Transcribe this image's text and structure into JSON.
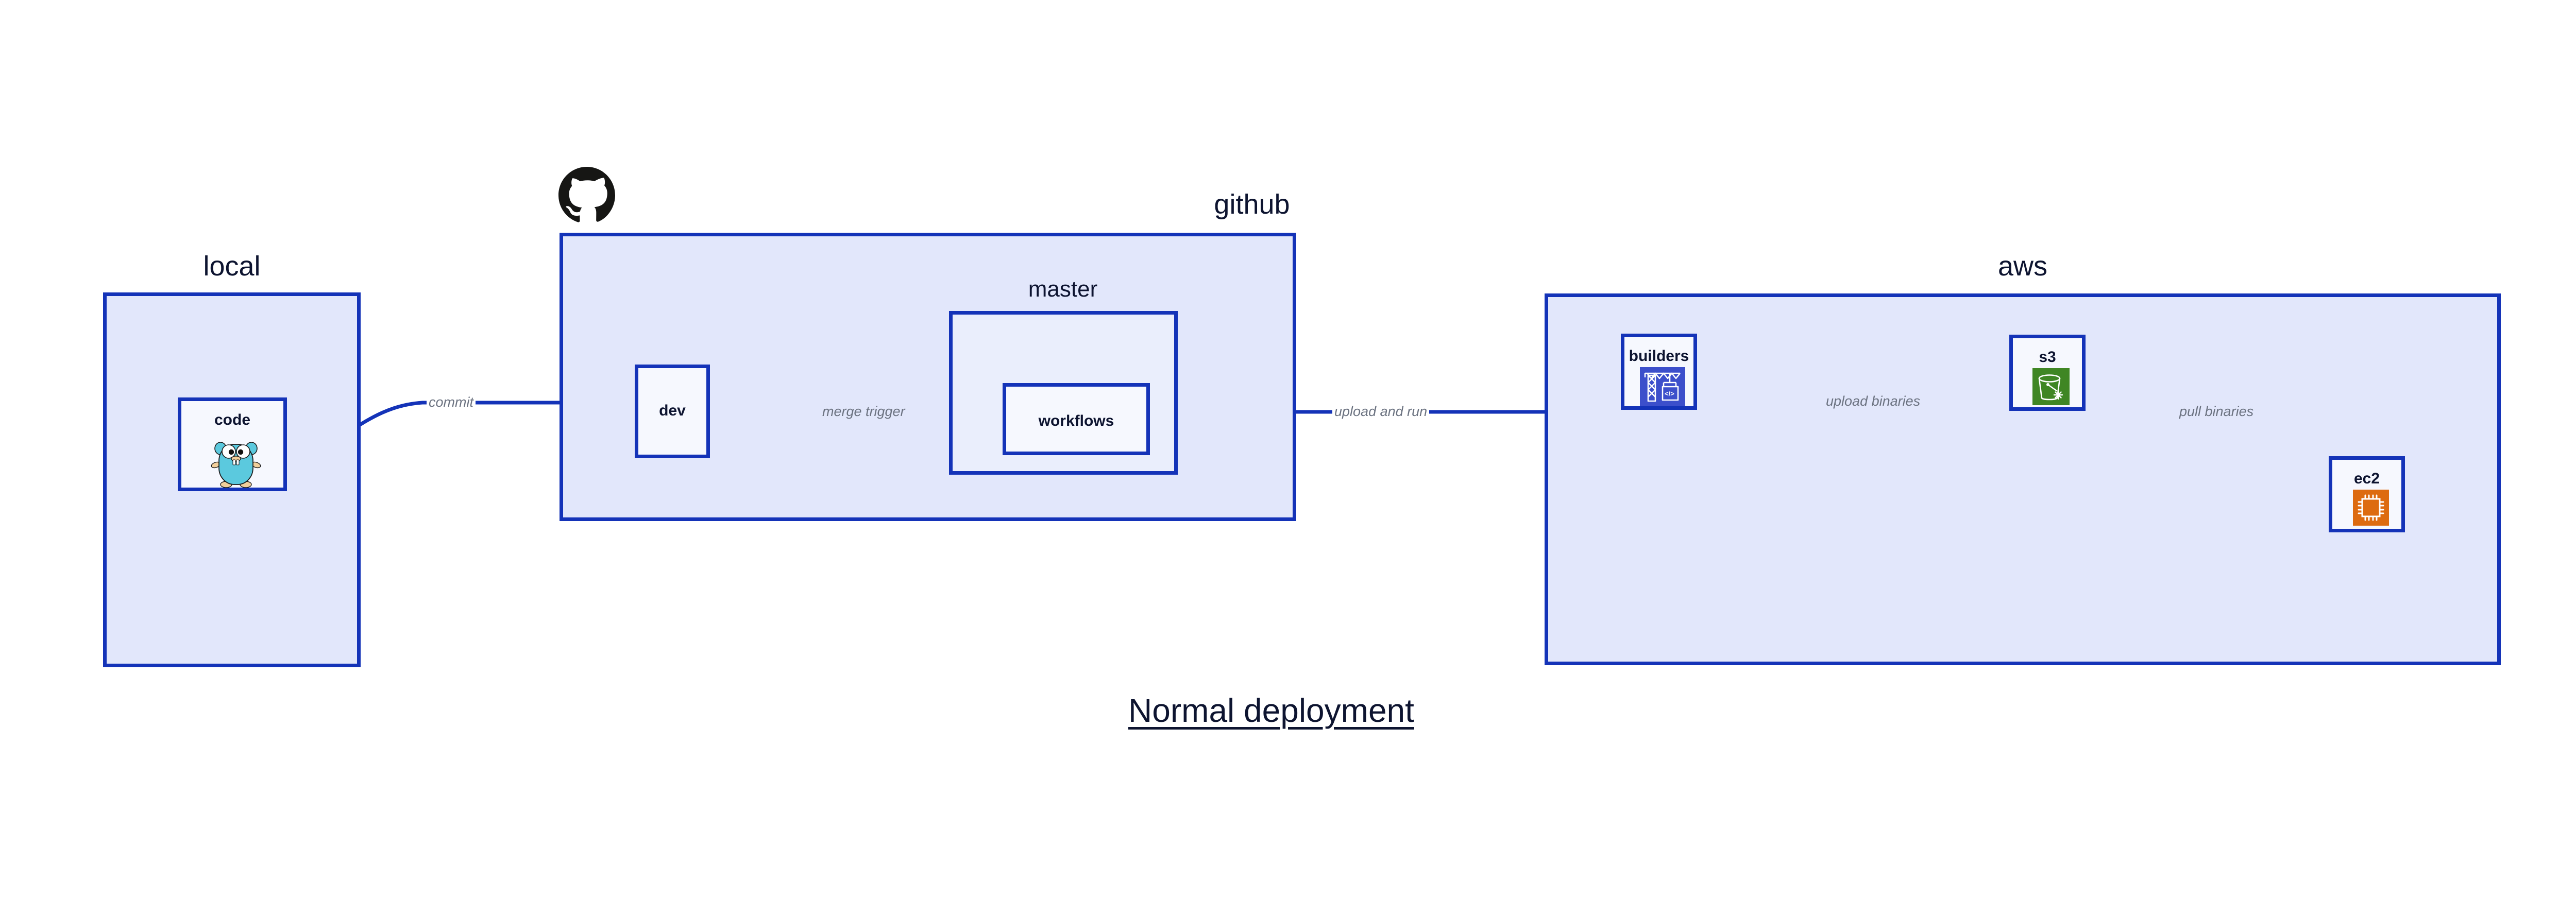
{
  "diagram": {
    "title": "Normal deployment",
    "accent_border": "#1433b8",
    "group_fill": "#e2e7fb",
    "node_fill": "#eaeefc",
    "label_color": "#0d1430",
    "edge_label_color": "#6b7280"
  },
  "groups": [
    {
      "id": "local",
      "label": "local"
    },
    {
      "id": "github",
      "label": "github"
    },
    {
      "id": "aws",
      "label": "aws"
    }
  ],
  "subgroups": [
    {
      "id": "master",
      "label": "master",
      "parent": "github"
    }
  ],
  "nodes": [
    {
      "id": "code",
      "label": "code",
      "group": "local",
      "icon": "go-gopher-icon",
      "icon_color": "#5bc9de"
    },
    {
      "id": "dev",
      "label": "dev",
      "group": "github",
      "icon": "",
      "icon_color": ""
    },
    {
      "id": "workflows",
      "label": "workflows",
      "group": "master",
      "icon": "",
      "icon_color": ""
    },
    {
      "id": "builders",
      "label": "builders",
      "group": "aws",
      "icon": "crane-code-icon",
      "icon_color": "#3c4fcb"
    },
    {
      "id": "s3",
      "label": "s3",
      "group": "aws",
      "icon": "bucket-snowflake-icon",
      "icon_color": "#3f8624"
    },
    {
      "id": "ec2",
      "label": "ec2",
      "group": "aws",
      "icon": "cpu-chip-icon",
      "icon_color": "#dd6b10"
    }
  ],
  "edges": [
    {
      "id": "commit",
      "from": "code",
      "to": "dev",
      "label": "commit"
    },
    {
      "id": "merge-trigger",
      "from": "dev",
      "to": "workflows",
      "label": "merge trigger"
    },
    {
      "id": "upload-and-run",
      "from": "workflows",
      "to": "builders",
      "label": "upload and run"
    },
    {
      "id": "upload-binaries",
      "from": "builders",
      "to": "s3",
      "label": "upload binaries"
    },
    {
      "id": "pull-binaries",
      "from": "s3",
      "to": "ec2",
      "label": "pull binaries"
    }
  ],
  "logos": [
    {
      "id": "github-logo",
      "name": "github-octocat-icon",
      "color": "#161614"
    }
  ]
}
